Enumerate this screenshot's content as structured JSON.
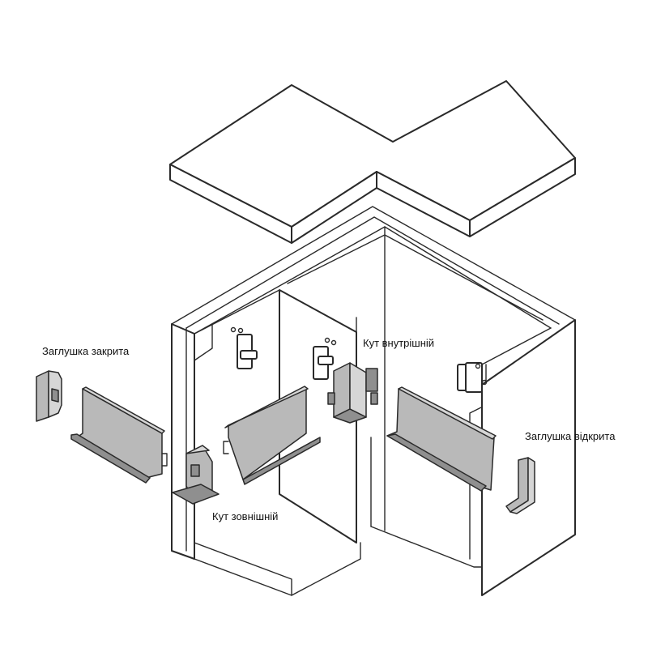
{
  "labels": {
    "end_cap_closed": "Заглушка закрита",
    "inner_corner": "Кут внутрішній",
    "end_cap_open": "Заглушка  відкрита",
    "outer_corner": "Кут зовнішній"
  },
  "colors": {
    "line": "#2a2a2a",
    "background": "#ffffff",
    "part_face": "#b9b9b9",
    "part_top": "#d6d6d6",
    "part_dark": "#8f8f8f"
  }
}
